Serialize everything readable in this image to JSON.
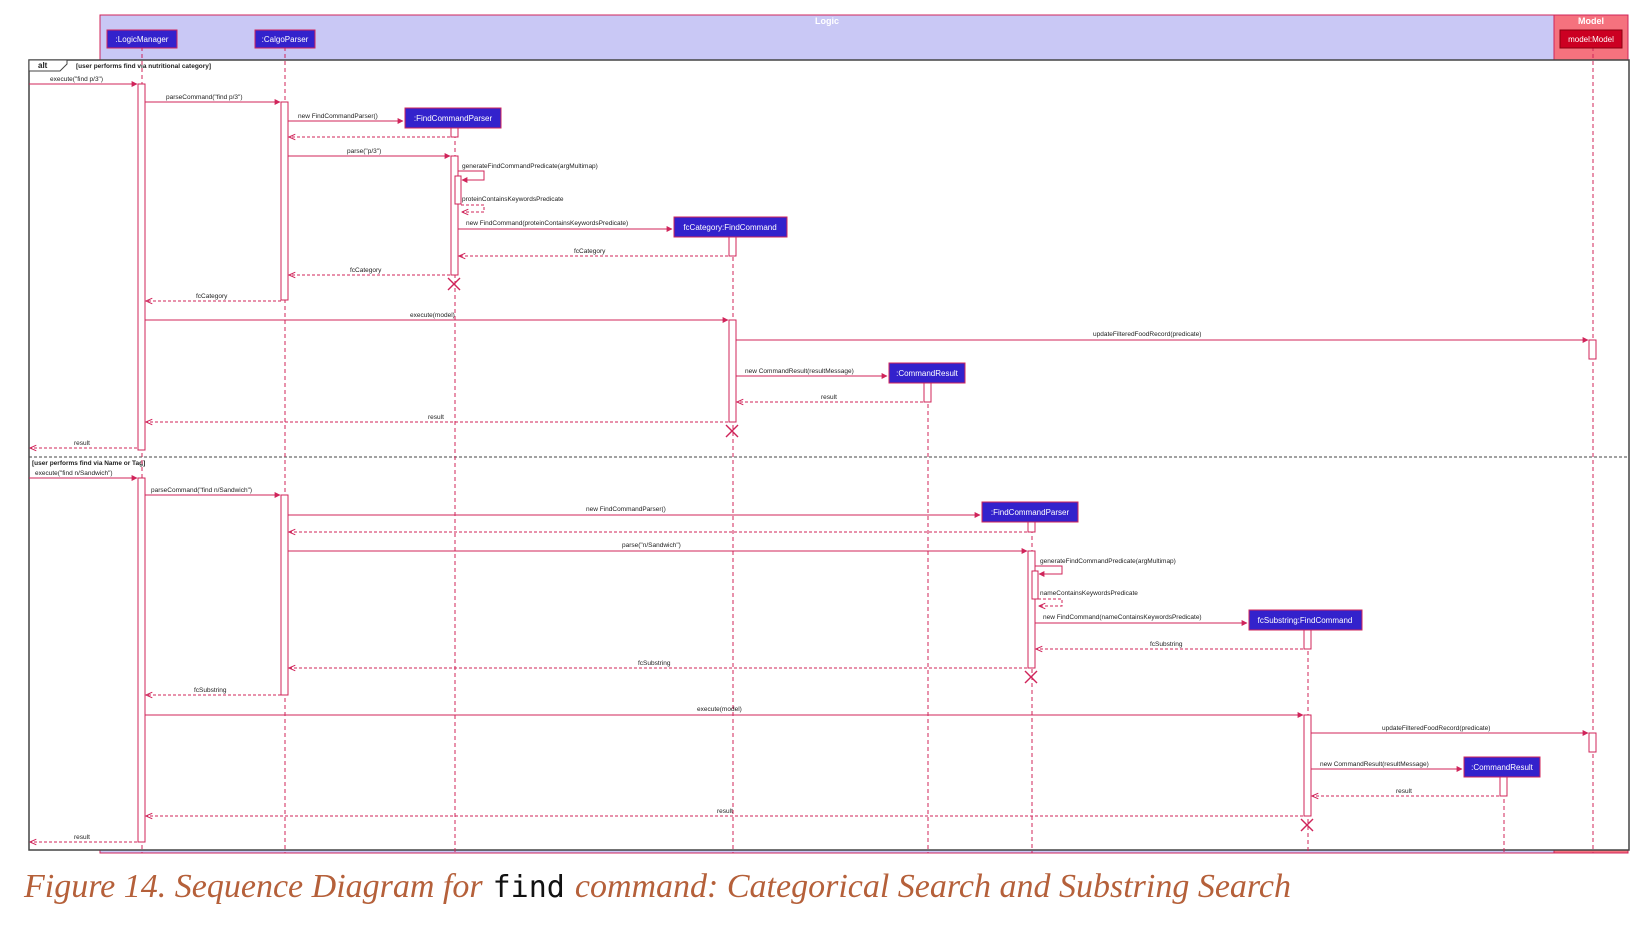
{
  "groups": {
    "logic": "Logic",
    "model": "Model"
  },
  "participants": {
    "logic_manager": ":LogicManager",
    "calgo_parser": ":CalgoParser",
    "model": "model:Model",
    "find_parser_1": ":FindCommandParser",
    "category_command": "fcCategory:FindCommand",
    "command_result_1": ":CommandResult",
    "find_parser_2": ":FindCommandParser",
    "substring_command": "fcSubstring:FindCommand",
    "command_result_2": ":CommandResult"
  },
  "fragment": {
    "operator": "alt",
    "guard_1": "[user performs find via nutritional category]",
    "guard_2": "[user performs find via Name or Tag]"
  },
  "messages_1": {
    "execute": "execute(\"find p/3\")",
    "parse_command": "parseCommand(\"find p/3\")",
    "new_parser": "new FindCommandParser()",
    "parse": "parse(\"p/3\")",
    "generate": "generateFindCommandPredicate(argMultimap)",
    "predicate": "proteinContainsKeywordsPredicate",
    "new_command": "new FindCommand(proteinContainsKeywordsPredicate)",
    "return_fc_1": "fcCategory",
    "return_fc_2": "fcCategory",
    "return_fc_3": "fcCategory",
    "execute_model": "execute(model)",
    "update": "updateFilteredFoodRecord(predicate)",
    "new_result": "new CommandResult(resultMessage)",
    "result_1": "result",
    "result_2": "result",
    "result_3": "result"
  },
  "messages_2": {
    "execute": "execute(\"find n/Sandwich\")",
    "parse_command": "parseCommand(\"find n/Sandwich\")",
    "new_parser": "new FindCommandParser()",
    "parse": "parse(\"n/Sandwich\")",
    "generate": "generateFindCommandPredicate(argMultimap)",
    "predicate": "nameContainsKeywordsPredicate",
    "new_command": "new FindCommand(nameContainsKeywordsPredicate)",
    "return_fc_1": "fcSubstring",
    "return_fc_2": "fcSubstring",
    "return_fc_3": "fcSubstring",
    "execute_model": "execute(model)",
    "update": "updateFilteredFoodRecord(predicate)",
    "new_result": "new CommandResult(resultMessage)",
    "result_1": "result",
    "result_2": "result",
    "result_3": "result"
  },
  "caption": {
    "before": "Figure 14. Sequence Diagram for",
    "code": "find",
    "after": "command: Categorical Search and Substring Search"
  },
  "colors": {
    "logic_bg": "#c9c8f5",
    "model_bg": "#f5727e",
    "participant_fill": "#3322cc",
    "participant_text": "#ffffff",
    "model_fill": "#cc0022",
    "line": "#d0245a",
    "caption": "#b5603a"
  }
}
